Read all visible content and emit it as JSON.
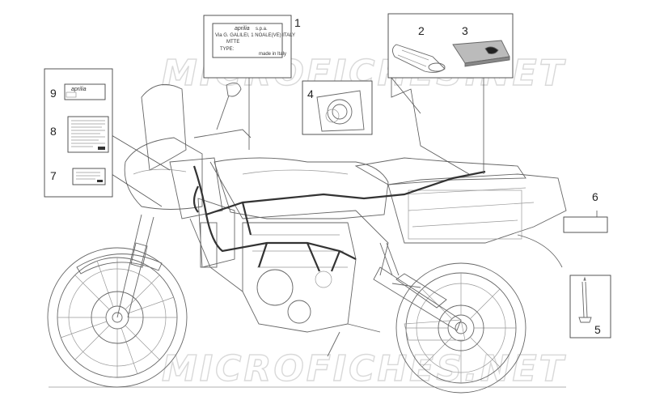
{
  "watermark": "MICROFICHES.NET",
  "callouts": {
    "c1": "1",
    "c2": "2",
    "c3": "3",
    "c4": "4",
    "c5": "5",
    "c6": "6",
    "c7": "7",
    "c8": "8",
    "c9": "9"
  },
  "plate": {
    "brand": "aprilia",
    "suffix": "s.p.a.",
    "address": "Via G. GALILEI, 1 NOALE(VE) ITALY",
    "mtte": "MTTE",
    "type": "TYPE:",
    "made_in": "made in Italy"
  },
  "label9": {
    "brand": "aprilia"
  }
}
